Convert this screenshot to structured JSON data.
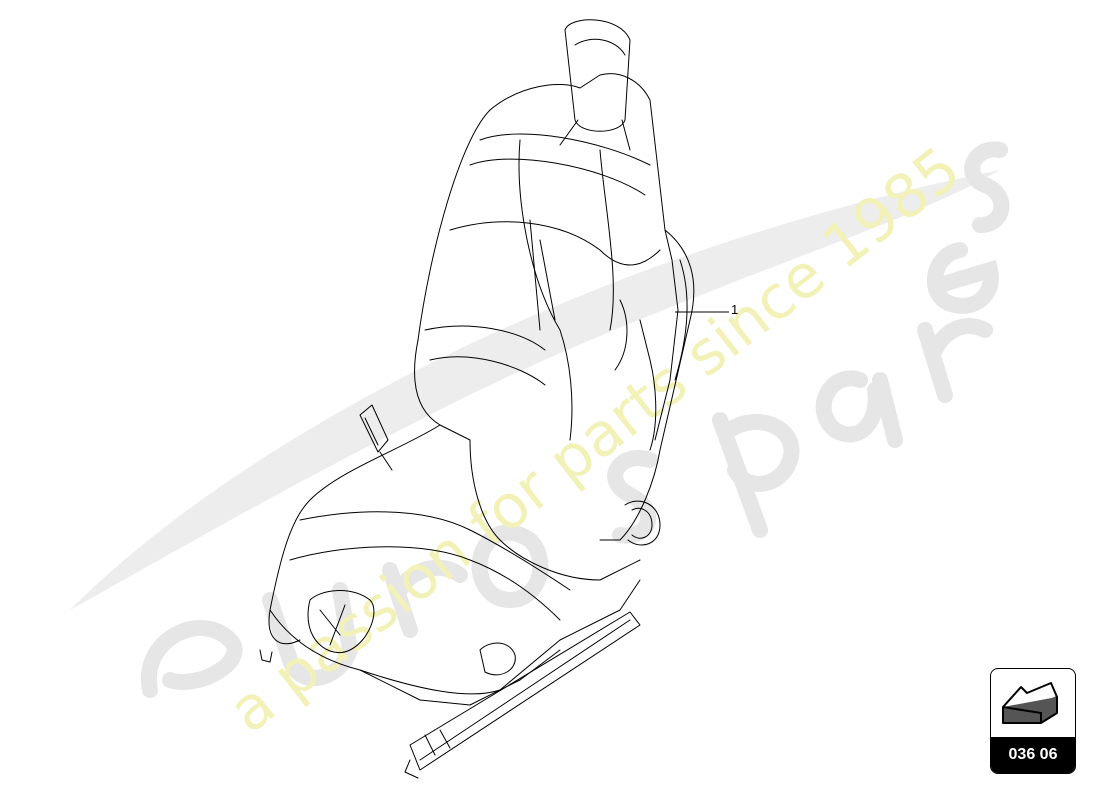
{
  "watermark": {
    "brand": "eurospares",
    "tagline": "a passion for parts since 1985"
  },
  "callouts": [
    {
      "number": "1"
    }
  ],
  "reference_badge": {
    "code": "036 06",
    "icon": "arrow-icon"
  },
  "colors": {
    "line": "#000000",
    "watermark_grey": "#e8e8e8",
    "watermark_yellow": "#f2f2b8",
    "badge": "#000000"
  }
}
